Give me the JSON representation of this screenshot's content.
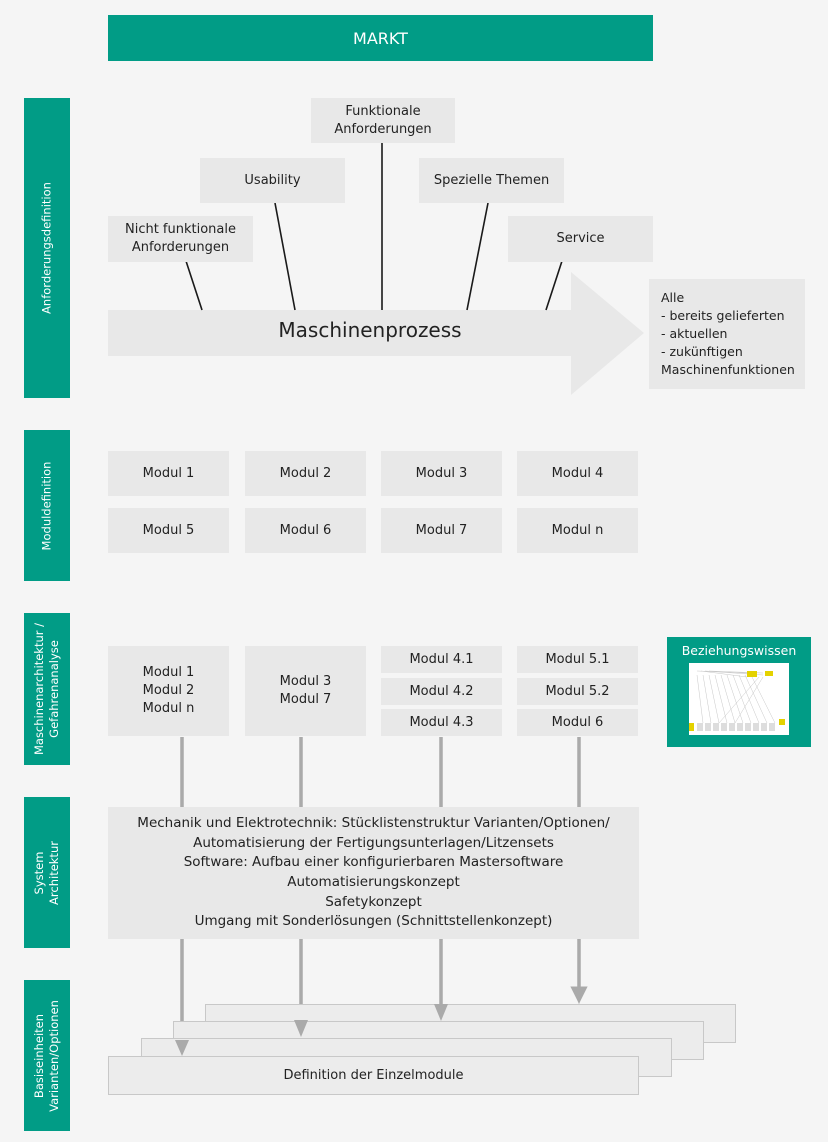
{
  "header": {
    "markt": "MARKT"
  },
  "sidebar": {
    "anforderung": "Anforderungsdefinition",
    "modul": "Moduldefinition",
    "maschinen": "Maschinenarchitektur /\nGefahrenanalyse",
    "system": "System\nArchitektur",
    "basis": "Basiseinheiten\nVarianten/Optionen"
  },
  "requirements": {
    "funktionale": "Funktionale\nAnforderungen",
    "usability": "Usability",
    "spezielle": "Spezielle Themen",
    "nicht_funktionale": "Nicht funktionale\nAnforderungen",
    "service": "Service",
    "arrow_label": "Maschinenprozess",
    "alle": "Alle\n- bereits gelieferten\n- aktuellen\n- zukünftigen\nMaschinenfunktionen"
  },
  "modules": [
    "Modul 1",
    "Modul 2",
    "Modul 3",
    "Modul 4",
    "Modul 5",
    "Modul 6",
    "Modul 7",
    "Modul n"
  ],
  "architecture": {
    "col1": "Modul 1\nModul 2\nModul n",
    "col2": "Modul 3\nModul 7",
    "col3": [
      "Modul 4.1",
      "Modul 4.2",
      "Modul 4.3"
    ],
    "col4": [
      "Modul 5.1",
      "Modul 5.2",
      "Modul 6"
    ],
    "beziehungswissen": "Beziehungswissen"
  },
  "system": {
    "text": "Mechanik und Elektrotechnik: Stücklistenstruktur Varianten/Optionen/\nAutomatisierung der Fertigungsunterlagen/Litzensets\nSoftware: Aufbau einer konfigurierbaren Mastersoftware\nAutomatisierungskonzept\nSafetykonzept\nUmgang mit Sonderlösungen (Schnittstellenkonzept)"
  },
  "basis": {
    "definition": "Definition der Einzelmodule"
  },
  "colors": {
    "teal": "#019c86",
    "box": "#e8e8e8",
    "arrow": "#aaaaaa"
  }
}
